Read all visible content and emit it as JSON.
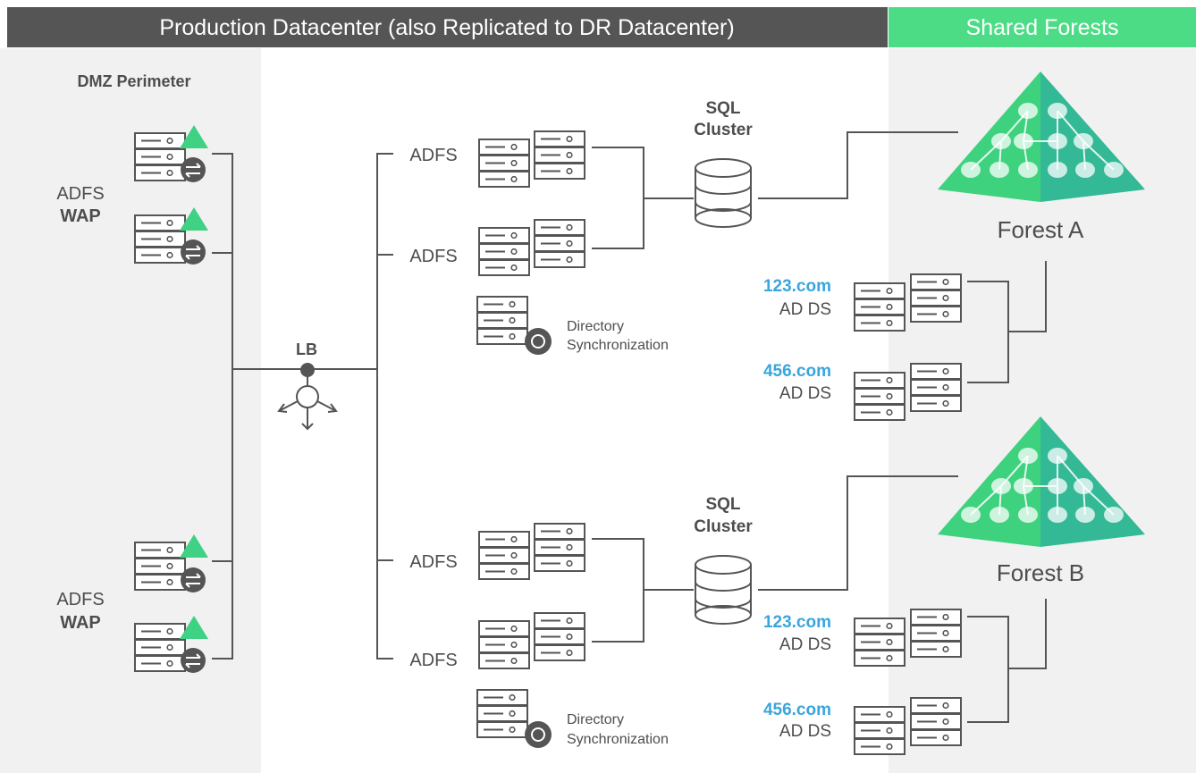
{
  "header": {
    "production_title": "Production Datacenter (also Replicated to DR Datacenter)",
    "shared_title": "Shared Forests"
  },
  "dmz": {
    "title": "DMZ Perimeter",
    "groups": [
      {
        "line1": "ADFS",
        "line2": "WAP"
      },
      {
        "line1": "ADFS",
        "line2": "WAP"
      }
    ]
  },
  "load_balancer": {
    "label": "LB"
  },
  "top": {
    "adfs": [
      "ADFS",
      "ADFS"
    ],
    "sql": {
      "line1": "SQL",
      "line2": "Cluster"
    },
    "sync": {
      "line1": "Directory",
      "line2": "Synchronization"
    },
    "forest": "Forest A",
    "domains": [
      {
        "name": "123.com",
        "role": "AD DS"
      },
      {
        "name": "456.com",
        "role": "AD DS"
      }
    ]
  },
  "bottom": {
    "adfs": [
      "ADFS",
      "ADFS"
    ],
    "sql": {
      "line1": "SQL",
      "line2": "Cluster"
    },
    "sync": {
      "line1": "Directory",
      "line2": "Synchronization"
    },
    "forest": "Forest B",
    "domains": [
      {
        "name": "123.com",
        "role": "AD DS"
      },
      {
        "name": "456.com",
        "role": "AD DS"
      }
    ]
  },
  "colors": {
    "header_gray": "#555555",
    "header_green": "#4cdc85",
    "panel_gray": "#f1f1f1",
    "line_gray": "#555555",
    "domain_blue": "#3aa6dd",
    "forest_green": "#3ed27f",
    "forest_teal": "#33b996"
  }
}
